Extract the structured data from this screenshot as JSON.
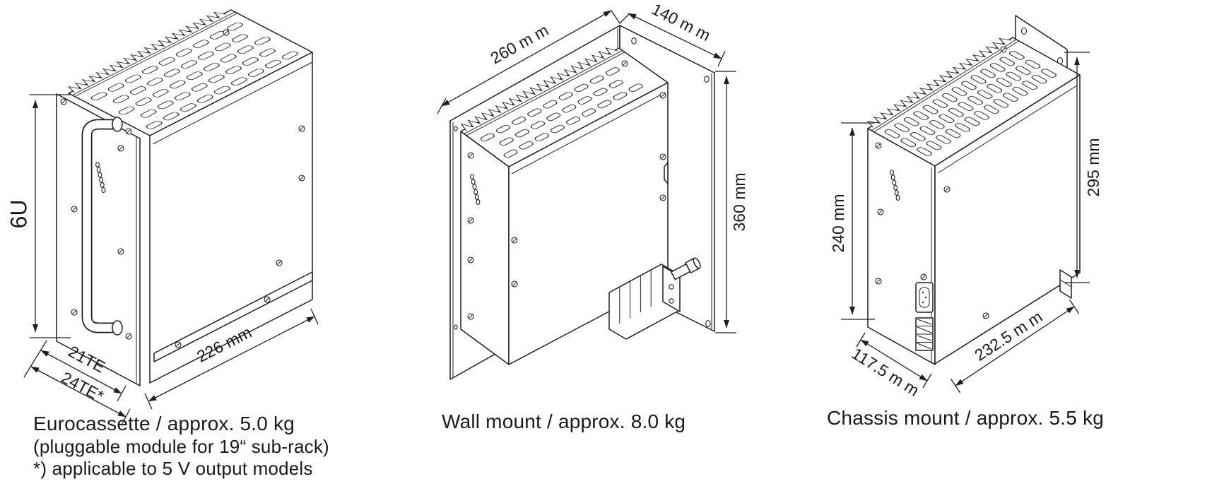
{
  "views": {
    "eurocassette": {
      "caption": "Eurocassette / approx. 5.0 kg",
      "note1": "(pluggable module for 19“ sub-rack)",
      "note2": "*) applicable to 5 V output models",
      "dims": {
        "height": "6U",
        "width": "21TE",
        "width_alt": "24TE*",
        "depth": "226 mm"
      }
    },
    "wall_mount": {
      "caption": "Wall mount / approx. 8.0 kg",
      "dims": {
        "depth": "260 m m",
        "width": "140 m m",
        "height": "360 mm"
      }
    },
    "chassis_mount": {
      "caption": "Chassis mount / approx. 5.5 kg",
      "dims": {
        "height_left": "240 mm",
        "height_right": "295 mm",
        "width": "117.5 m m",
        "depth": "232.5 m m"
      }
    }
  }
}
